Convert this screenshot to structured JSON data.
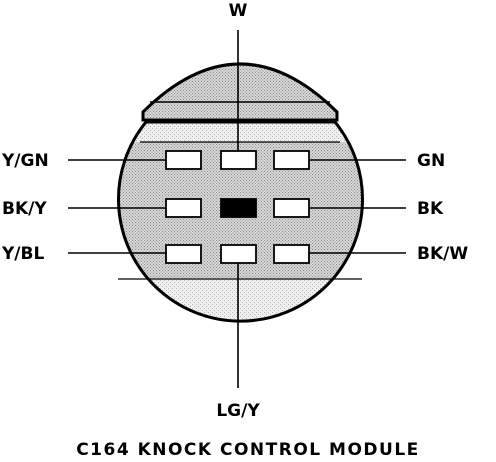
{
  "caption": "C164 KNOCK CONTROL MODULE",
  "wires": {
    "top": "W",
    "bottom": "LG/Y",
    "left_upper": "Y/GN",
    "left_middle": "BK/Y",
    "left_lower": "Y/BL",
    "right_upper": "GN",
    "right_middle": "BK",
    "right_lower": "BK/W"
  },
  "colors": {
    "line": "#000000",
    "fill_dark": "#d2d2d2",
    "fill_light": "#efefef",
    "cavity": "#ffffff",
    "blocked_cavity": "#000000"
  }
}
